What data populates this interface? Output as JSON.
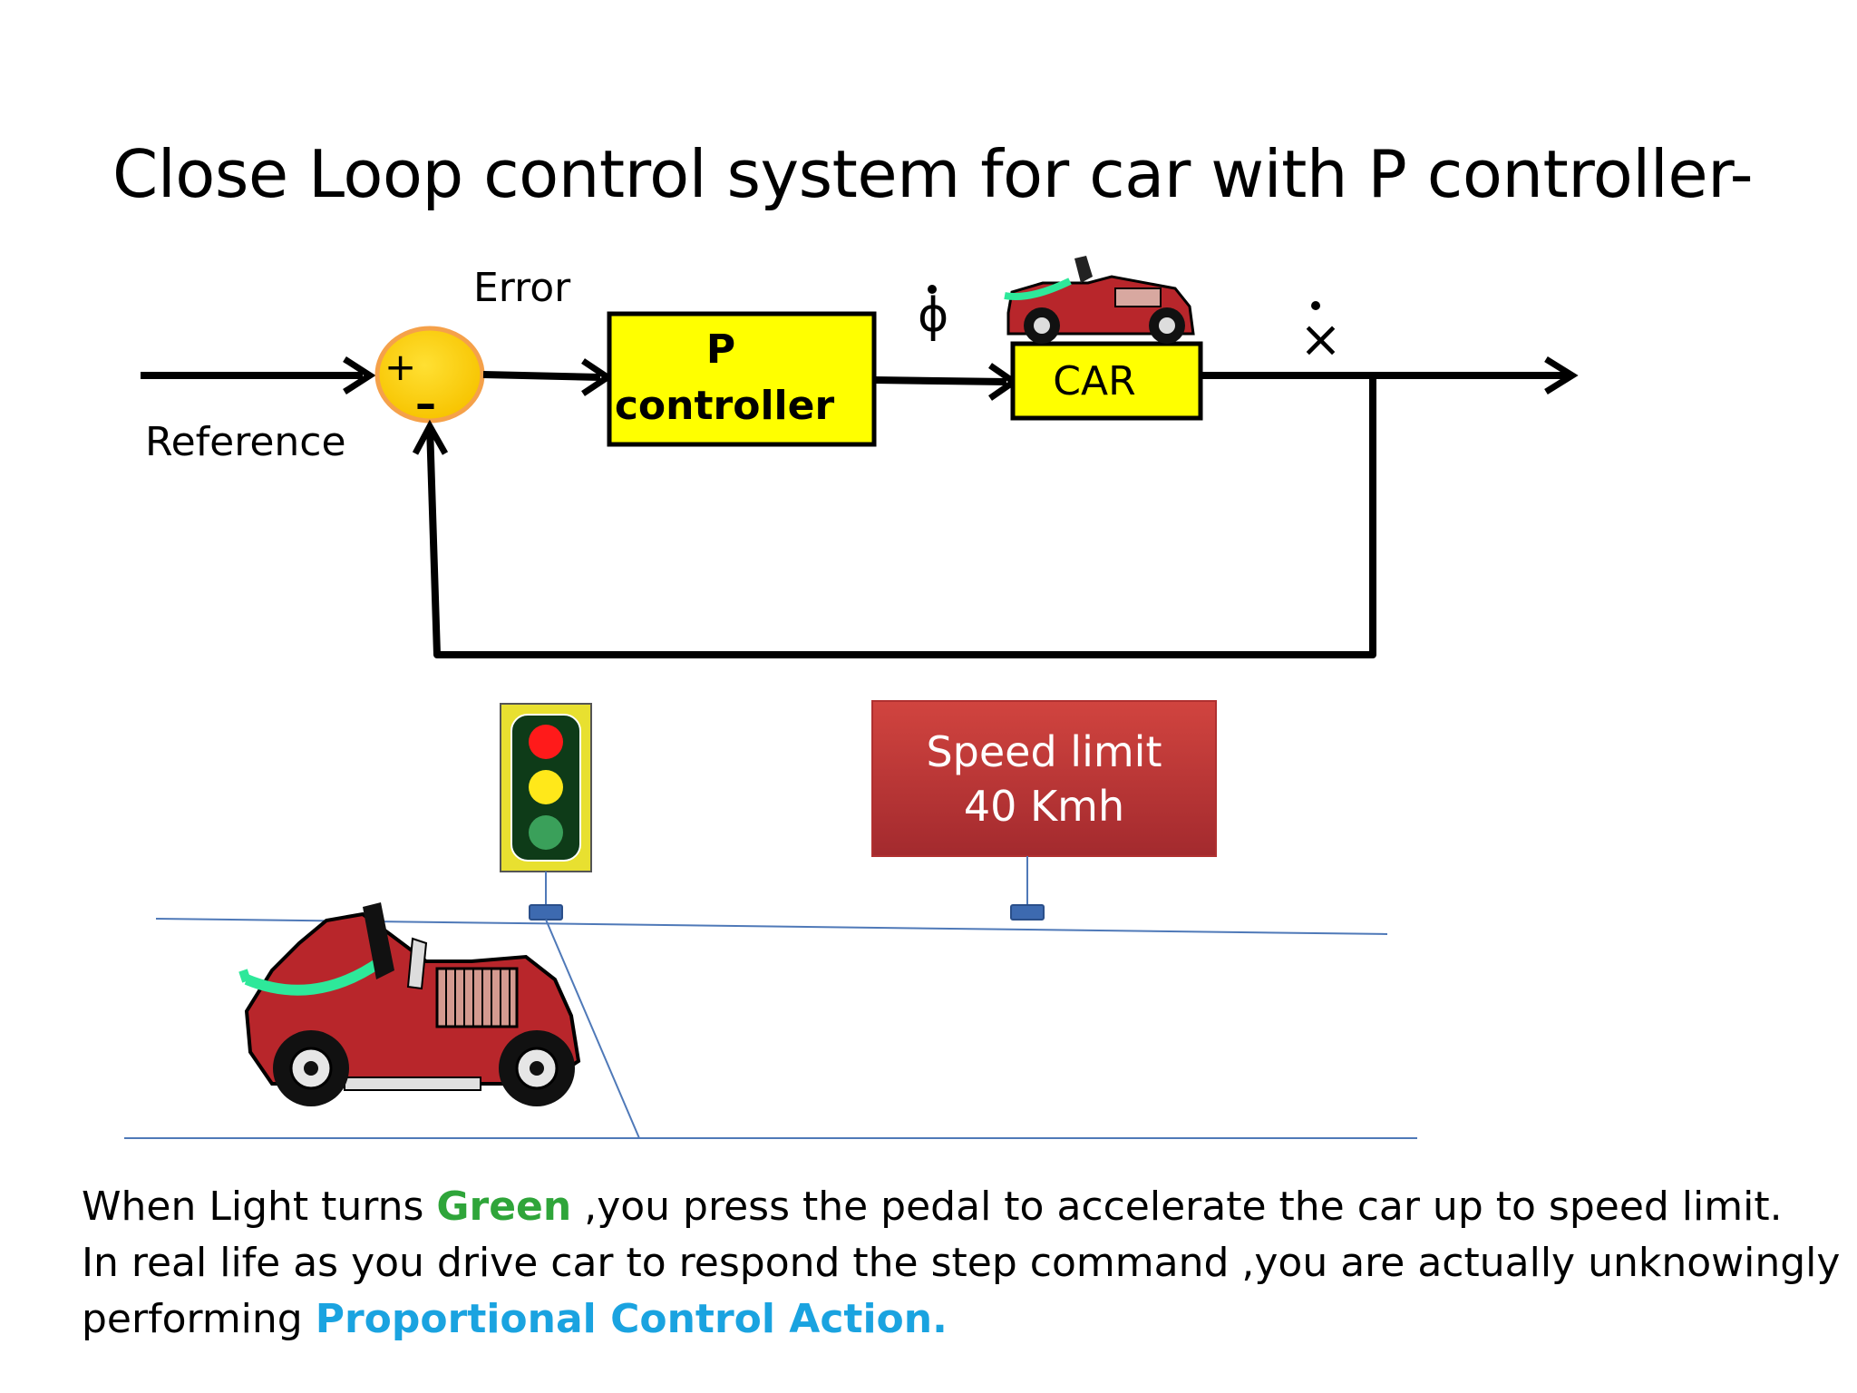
{
  "title": "Close Loop control system for car with P controller-",
  "diagram": {
    "error_label": "Error",
    "reference_label": "Reference",
    "plus_sign": "+",
    "minus_sign": "–",
    "p_block": {
      "line1": "P",
      "line2": "controller"
    },
    "car_block": {
      "label": "CAR"
    },
    "phi_symbol": "ϕ",
    "x_symbol": "×"
  },
  "speed_sign": {
    "line1": "Speed limit",
    "line2": "40 Kmh"
  },
  "description": {
    "line1_before": "When Light turns ",
    "line1_highlight": "Green",
    "line1_after": " ,you press the pedal to accelerate the car up to speed limit.",
    "line2": "In real life as you drive car to respond the step command ,you are actually unknowingly",
    "line3_before": "performing ",
    "line3_highlight": "Proportional Control Action."
  },
  "colors": {
    "block_fill": "#ffff00",
    "summer_fill": "#ffd700",
    "summer_border": "#f5a14a",
    "sign_fill": "#c0363a",
    "road_line": "#4f79b8",
    "highlight_green": "#2fa53a",
    "highlight_blue": "#1aa3e0"
  }
}
